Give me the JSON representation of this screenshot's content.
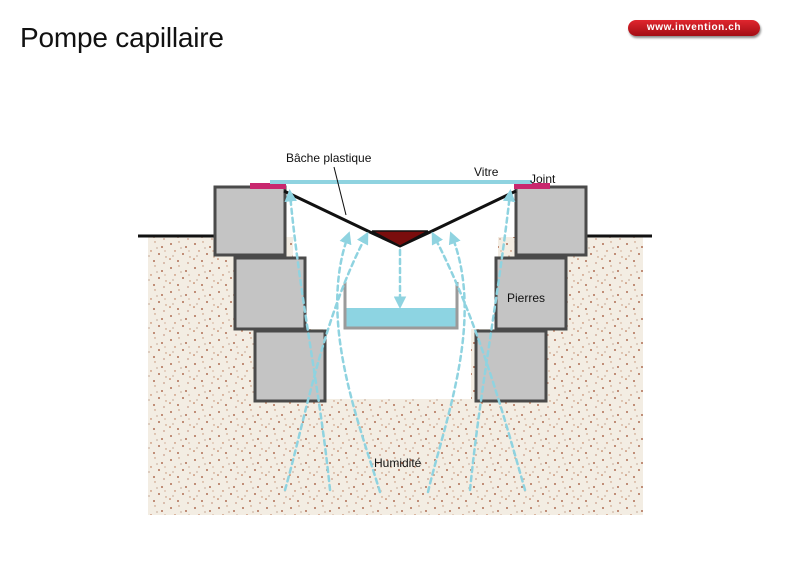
{
  "title": "Pompe capillaire",
  "brand": "www.invention.ch",
  "labels": {
    "tarp": "Bâche plastique",
    "glass": "Vitre",
    "seal": "Joint",
    "stones": "Pierres",
    "humidity": "Humidité"
  },
  "colors": {
    "soil_bg": "#f3ede3",
    "soil_speckle": "#9b4a2c",
    "stone_fill": "#c4c4c4",
    "stone_edge": "#4a4a4a",
    "glass": "#8fd3e0",
    "seal": "#c8286e",
    "vapor_arrows": "#8fd3e0",
    "water": "#8dd4e2",
    "collector": "#7a0d0d",
    "brand_badge": "#c4141c"
  }
}
